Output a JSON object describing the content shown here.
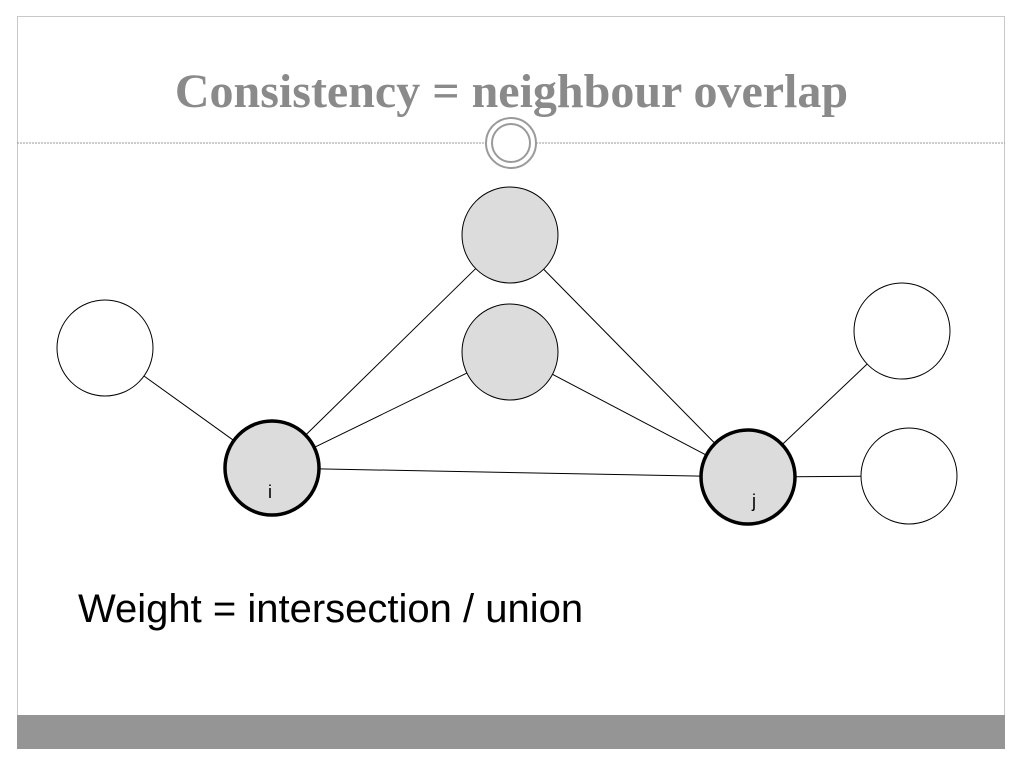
{
  "slide": {
    "title": "Consistency = neighbour overlap",
    "caption": "Weight = intersection / union"
  },
  "diagram": {
    "nodes": [
      {
        "id": "i",
        "label": "i",
        "role": "focus",
        "fill": "#dcdcdc"
      },
      {
        "id": "j",
        "label": "j",
        "role": "focus",
        "fill": "#dcdcdc"
      },
      {
        "id": "shared-top",
        "label": "",
        "role": "shared-neighbour",
        "fill": "#dcdcdc"
      },
      {
        "id": "shared-middle",
        "label": "",
        "role": "shared-neighbour",
        "fill": "#dcdcdc"
      },
      {
        "id": "i-only",
        "label": "",
        "role": "exclusive-neighbour",
        "fill": "#ffffff"
      },
      {
        "id": "j-only-upper",
        "label": "",
        "role": "exclusive-neighbour",
        "fill": "#ffffff"
      },
      {
        "id": "j-only-lower",
        "label": "",
        "role": "exclusive-neighbour",
        "fill": "#ffffff"
      }
    ],
    "edges": [
      {
        "from": "i-only",
        "to": "i"
      },
      {
        "from": "i",
        "to": "shared-top"
      },
      {
        "from": "i",
        "to": "shared-middle"
      },
      {
        "from": "i",
        "to": "j"
      },
      {
        "from": "shared-top",
        "to": "j"
      },
      {
        "from": "shared-middle",
        "to": "j"
      },
      {
        "from": "j",
        "to": "j-only-upper"
      },
      {
        "from": "j",
        "to": "j-only-lower"
      }
    ]
  },
  "colors": {
    "title": "#8a8a8a",
    "shared_fill": "#dcdcdc",
    "footer": "#959595"
  }
}
